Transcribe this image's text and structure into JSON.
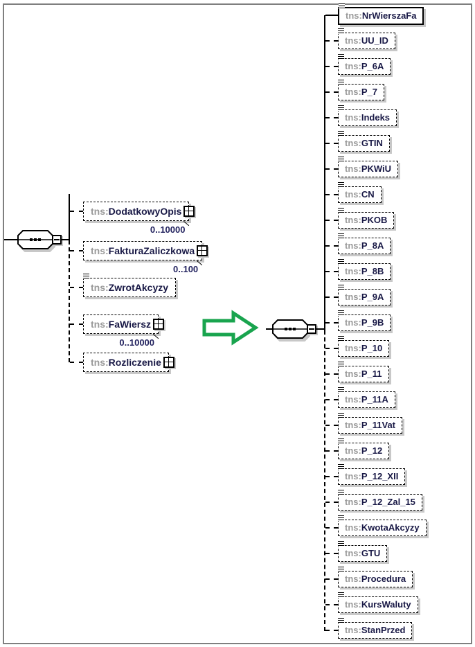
{
  "colors": {
    "arrow_green": "#19a44e",
    "box_shadow": "#c8c8c8",
    "frame_border": "#7f7f7f",
    "prefix_text": "#9a9a9a",
    "name_text": "#191946",
    "multiplicity_text": "#23235f"
  },
  "icons": {
    "compositor": "sequence-dots-icon",
    "collapse": "minus-box-icon",
    "complex_content": "plus-grid-icon",
    "simple_content": "lines-icon",
    "arrow": "right-block-arrow"
  },
  "left_tree": {
    "connector": {
      "type": "sequence"
    },
    "children": [
      {
        "prefix": "tns:",
        "name": "DodatkowyOpis",
        "multiplicity": "0..10000",
        "occurrence": "optional",
        "content": "complex"
      },
      {
        "prefix": "tns:",
        "name": "FakturaZaliczkowa",
        "multiplicity": "0..100",
        "occurrence": "optional",
        "content": "complex"
      },
      {
        "prefix": "tns:",
        "name": "ZwrotAkcyzy",
        "multiplicity": "",
        "occurrence": "optional",
        "content": "simple"
      },
      {
        "prefix": "tns:",
        "name": "FaWiersz",
        "multiplicity": "0..10000",
        "occurrence": "optional",
        "content": "complex"
      },
      {
        "prefix": "tns:",
        "name": "Rozliczenie",
        "multiplicity": "",
        "occurrence": "optional",
        "content": "complex"
      }
    ]
  },
  "right_tree": {
    "connector": {
      "type": "sequence"
    },
    "children": [
      {
        "prefix": "tns:",
        "name": "NrWierszaFa",
        "occurrence": "required",
        "content": "simple"
      },
      {
        "prefix": "tns:",
        "name": "UU_ID",
        "occurrence": "optional",
        "content": "simple"
      },
      {
        "prefix": "tns:",
        "name": "P_6A",
        "occurrence": "optional",
        "content": "simple"
      },
      {
        "prefix": "tns:",
        "name": "P_7",
        "occurrence": "optional",
        "content": "simple"
      },
      {
        "prefix": "tns:",
        "name": "Indeks",
        "occurrence": "optional",
        "content": "simple"
      },
      {
        "prefix": "tns:",
        "name": "GTIN",
        "occurrence": "optional",
        "content": "simple"
      },
      {
        "prefix": "tns:",
        "name": "PKWiU",
        "occurrence": "optional",
        "content": "simple"
      },
      {
        "prefix": "tns:",
        "name": "CN",
        "occurrence": "optional",
        "content": "simple"
      },
      {
        "prefix": "tns:",
        "name": "PKOB",
        "occurrence": "optional",
        "content": "simple"
      },
      {
        "prefix": "tns:",
        "name": "P_8A",
        "occurrence": "optional",
        "content": "simple"
      },
      {
        "prefix": "tns:",
        "name": "P_8B",
        "occurrence": "optional",
        "content": "simple"
      },
      {
        "prefix": "tns:",
        "name": "P_9A",
        "occurrence": "optional",
        "content": "simple"
      },
      {
        "prefix": "tns:",
        "name": "P_9B",
        "occurrence": "optional",
        "content": "simple"
      },
      {
        "prefix": "tns:",
        "name": "P_10",
        "occurrence": "optional",
        "content": "simple"
      },
      {
        "prefix": "tns:",
        "name": "P_11",
        "occurrence": "optional",
        "content": "simple"
      },
      {
        "prefix": "tns:",
        "name": "P_11A",
        "occurrence": "optional",
        "content": "simple"
      },
      {
        "prefix": "tns:",
        "name": "P_11Vat",
        "occurrence": "optional",
        "content": "simple"
      },
      {
        "prefix": "tns:",
        "name": "P_12",
        "occurrence": "optional",
        "content": "simple"
      },
      {
        "prefix": "tns:",
        "name": "P_12_XII",
        "occurrence": "optional",
        "content": "simple"
      },
      {
        "prefix": "tns:",
        "name": "P_12_Zal_15",
        "occurrence": "optional",
        "content": "simple"
      },
      {
        "prefix": "tns:",
        "name": "KwotaAkcyzy",
        "occurrence": "optional",
        "content": "simple"
      },
      {
        "prefix": "tns:",
        "name": "GTU",
        "occurrence": "optional",
        "content": "simple"
      },
      {
        "prefix": "tns:",
        "name": "Procedura",
        "occurrence": "optional",
        "content": "simple"
      },
      {
        "prefix": "tns:",
        "name": "KursWaluty",
        "occurrence": "optional",
        "content": "simple"
      },
      {
        "prefix": "tns:",
        "name": "StanPrzed",
        "occurrence": "optional",
        "content": "simple"
      }
    ]
  }
}
